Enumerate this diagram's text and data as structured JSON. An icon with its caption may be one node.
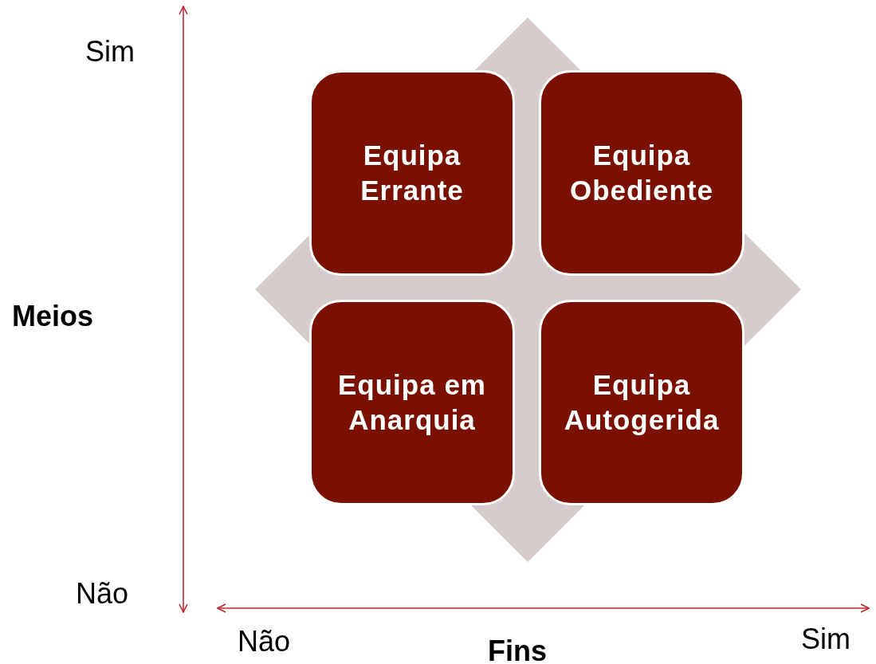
{
  "diagram": {
    "nodes": [
      {
        "text": [
          "Equipa Errante"
        ]
      },
      {
        "text": [
          "Equipa Obediente"
        ]
      },
      {
        "text": [
          "Equipa em Anarquia"
        ]
      },
      {
        "text": [
          "Equipa Autogerida"
        ]
      }
    ],
    "labels": [
      "Sim",
      "Meios",
      "Não",
      "Não",
      "Fins",
      "Sim"
    ]
  }
}
